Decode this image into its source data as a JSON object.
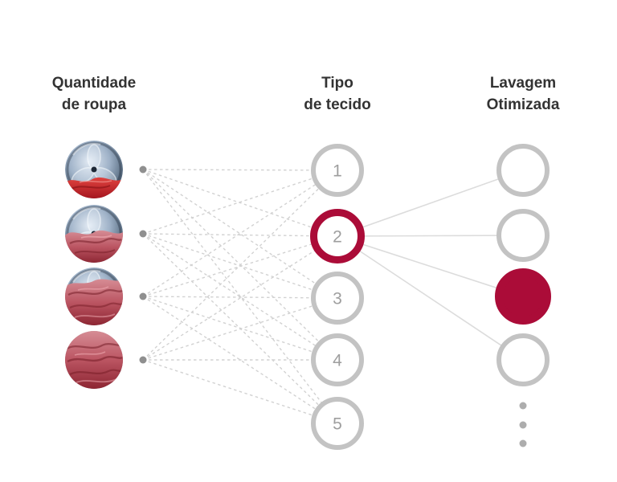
{
  "headers": {
    "inputs_line1": "Quantidade",
    "inputs_line2": "de roupa",
    "hidden_line1": "Tipo",
    "hidden_line2": "de tecido",
    "outputs_line1": "Lavagem",
    "outputs_line2": "Otimizada"
  },
  "input_nodes": [
    {
      "icon": "washer-drum-small-load-photo"
    },
    {
      "icon": "washer-drum-medium-load-photo"
    },
    {
      "icon": "washer-drum-large-load-photo"
    },
    {
      "icon": "washer-drum-full-load-photo"
    }
  ],
  "hidden_nodes": [
    {
      "label": "1",
      "selected": false
    },
    {
      "label": "2",
      "selected": true
    },
    {
      "label": "3",
      "selected": false
    },
    {
      "label": "4",
      "selected": false
    },
    {
      "label": "5",
      "selected": false
    }
  ],
  "output_nodes": [
    {
      "selected": false
    },
    {
      "selected": false
    },
    {
      "selected": true
    },
    {
      "selected": false
    }
  ],
  "connections": {
    "inputs_to_hidden": "every input dot connects to every fabric-type node with dashed lines",
    "hidden_to_outputs": {
      "from_label": "2",
      "style": "solid",
      "targets": [
        1,
        2,
        3,
        4
      ]
    }
  },
  "ellipsis_dot_count": 3,
  "colors": {
    "accent_red": "#ab0c38",
    "ring_gray": "#c3c3c3",
    "number_gray": "#9e9e9e",
    "dashed_line_gray": "#d2d2d2",
    "solid_line_gray": "#dcdcdc",
    "connector_dot_gray": "#8f8f8f",
    "ellipsis_dot_gray": "#adadad",
    "heading_text": "#333333",
    "background": "#ffffff"
  }
}
